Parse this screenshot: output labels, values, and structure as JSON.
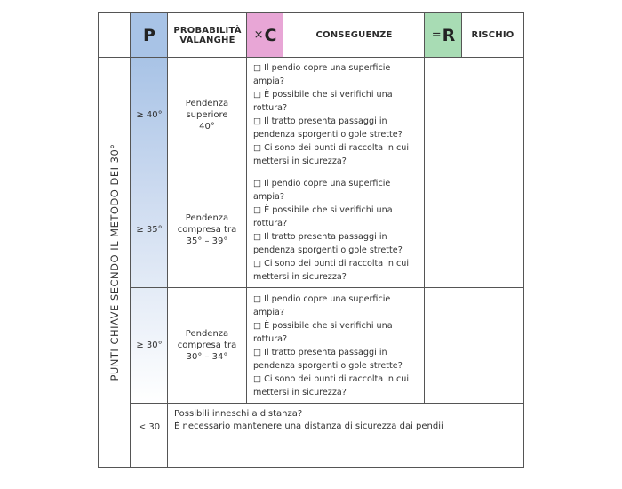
{
  "header": {
    "p_symbol": "P",
    "probability_label_line1": "PROBABILITÀ",
    "probability_label_line2": "VALANGHE",
    "c_prefix": "×",
    "c_symbol": "C",
    "consequences_label": "CONSEGUENZE",
    "r_prefix": "=",
    "r_symbol": "R",
    "risk_label": "RISCHIO"
  },
  "side_label": "PUNTI CHIAVE SECNDO IL METODO DEI 30°",
  "rows": [
    {
      "degree": "≥ 40°",
      "slope_lines": [
        "Pendenza",
        "superiore",
        "40°"
      ],
      "questions": [
        "□ Il pendio copre una superficie",
        "ampia?",
        "□ È possibile che si verifichi una",
        "rottura?",
        "□ Il tratto presenta passaggi in",
        "pendenza sporgenti o gole strette?",
        "□ Ci sono dei punti di raccolta in cui",
        "mettersi in sicurezza?"
      ]
    },
    {
      "degree": "≥ 35°",
      "slope_lines": [
        "Pendenza",
        "compresa tra",
        "35° – 39°"
      ],
      "questions": [
        "□ Il pendio copre una superficie",
        "ampia?",
        "□ È possibile che si verifichi una",
        "rottura?",
        "□ Il tratto presenta passaggi in",
        "pendenza sporgenti o gole strette?",
        "□ Ci sono dei punti di raccolta in cui",
        "mettersi in sicurezza?"
      ]
    },
    {
      "degree": "≥ 30°",
      "slope_lines": [
        "Pendenza",
        "compresa tra",
        "30° – 34°"
      ],
      "questions": [
        "□ Il pendio copre una superficie",
        "ampia?",
        "□ È possibile che si verifichi una",
        "rottura?",
        "□ Il tratto presenta passaggi in",
        "pendenza sporgenti o gole strette?",
        "□ Ci sono dei punti di raccolta in cui",
        "mettersi in sicurezza?"
      ]
    }
  ],
  "bottom_row": {
    "degree": "< 30",
    "line1": "Possibili inneschi a distanza?",
    "line2": "È necessario mantenere una distanza di sicurezza dai pendii"
  },
  "colors": {
    "p_header": "#a8c3e6",
    "c_header": "#e8a6d6",
    "r_header": "#a8dcb4"
  }
}
